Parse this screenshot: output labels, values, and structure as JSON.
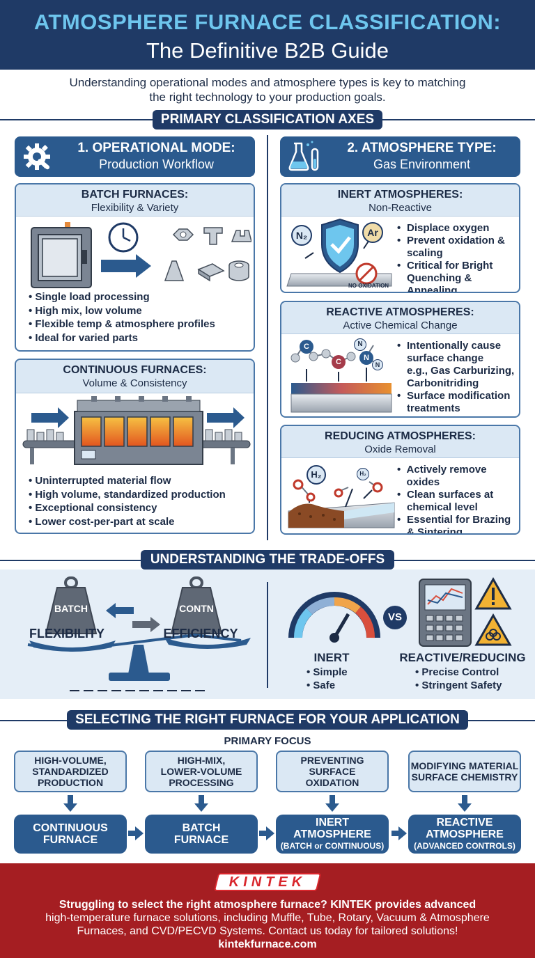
{
  "header": {
    "title": "ATMOSPHERE FURNACE CLASSIFICATION:",
    "subtitle": "The Definitive B2B Guide"
  },
  "intro": {
    "line1": "Understanding operational modes and atmosphere types is key to matching",
    "line2": "the right technology to your production goals."
  },
  "primary": {
    "heading": "PRIMARY CLASSIFICATION AXES",
    "operational": {
      "title": "1. OPERATIONAL MODE:",
      "subtitle": "Production Workflow",
      "icon": "gear-wrench-icon",
      "batch": {
        "title": "BATCH FURNACES:",
        "subtitle": "Flexibility & Variety",
        "bullets": [
          "Single load processing",
          "High mix, low volume",
          "Flexible temp & atmosphere profiles",
          "Ideal for varied parts"
        ]
      },
      "continuous": {
        "title": "CONTINUOUS FURNACES:",
        "subtitle": "Volume & Consistency",
        "bullets": [
          "Uninterrupted material flow",
          "High volume, standardized production",
          "Exceptional consistency",
          "Lower cost-per-part at scale"
        ]
      }
    },
    "atmosphere": {
      "title": "2. ATMOSPHERE TYPE:",
      "subtitle": "Gas Environment",
      "icon": "flask-icon",
      "inert": {
        "title": "INERT ATMOSPHERES:",
        "subtitle": "Non-Reactive",
        "n2": "N₂",
        "ar": "Ar",
        "no_oxidation": "NO OXIDATION",
        "bullets": [
          "Displace oxygen",
          "Prevent oxidation & scaling",
          "Critical for Bright Quenching & Annealing"
        ]
      },
      "reactive": {
        "title": "REACTIVE ATMOSPHERES:",
        "subtitle": "Active Chemical Change",
        "atoms": {
          "c1": "C",
          "c2": "C",
          "n1": "N",
          "n2": "N",
          "n3": "N"
        },
        "bullets": [
          "Intentionally cause surface change",
          "e.g., Gas Carburizing, Carbonitriding",
          "Surface modification treatments"
        ]
      },
      "reducing": {
        "title": "REDUCING ATMOSPHERES:",
        "subtitle": "Oxide Removal",
        "h2": "H₂",
        "h2b": "H₂",
        "bullets": [
          "Actively remove oxides",
          "Clean surfaces at chemical level",
          "Essential for Brazing & Sintering"
        ]
      }
    }
  },
  "tradeoffs": {
    "heading": "UNDERSTANDING THE TRADE-OFFS",
    "batch_weight": "BATCH",
    "contn_weight": "CONTN",
    "flexibility": "FLEXIBILITY",
    "efficiency": "EFFICIENCY",
    "vs": "VS",
    "inert": {
      "title": "INERT",
      "items": [
        "Simple",
        "Safe"
      ]
    },
    "reactive": {
      "title": "REACTIVE/REDUCING",
      "items": [
        "Precise Control",
        "Stringent Safety"
      ]
    }
  },
  "selecting": {
    "heading": "SELECTING THE RIGHT FURNACE FOR YOUR APPLICATION",
    "focus_label": "PRIMARY FOCUS",
    "focus": [
      [
        "HIGH-VOLUME,",
        "STANDARDIZED",
        "PRODUCTION"
      ],
      [
        "HIGH-MIX,",
        "LOWER-VOLUME",
        "PROCESSING"
      ],
      [
        "PREVENTING",
        "SURFACE",
        "OXIDATION"
      ],
      [
        "MODIFYING MATERIAL",
        "SURFACE CHEMISTRY"
      ]
    ],
    "results": [
      {
        "l1": "CONTINUOUS",
        "l2": "FURNACE",
        "note": ""
      },
      {
        "l1": "BATCH",
        "l2": "FURNACE",
        "note": ""
      },
      {
        "l1": "INERT",
        "l2": "ATMOSPHERE",
        "note": "(BATCH or CONTINUOUS)"
      },
      {
        "l1": "REACTIVE",
        "l2": "ATMOSPHERE",
        "note": "(ADVANCED CONTROLS)"
      }
    ]
  },
  "footer": {
    "logo": "KINTEK",
    "line1": "Struggling to select the right atmosphere furnace? KINTEK provides advanced",
    "line2": "high-temperature furnace solutions, including Muffle, Tube, Rotary, Vacuum & Atmosphere",
    "line3": "Furnaces, and CVD/PECVD Systems. Contact us today for tailored solutions!",
    "url": "kintekfurnace.com"
  },
  "colors": {
    "navy": "#1f3a66",
    "blue": "#2b5a8e",
    "light_blue": "#dbe8f4",
    "accent_cyan": "#6ec6ee",
    "footer_red": "#a51e22"
  }
}
